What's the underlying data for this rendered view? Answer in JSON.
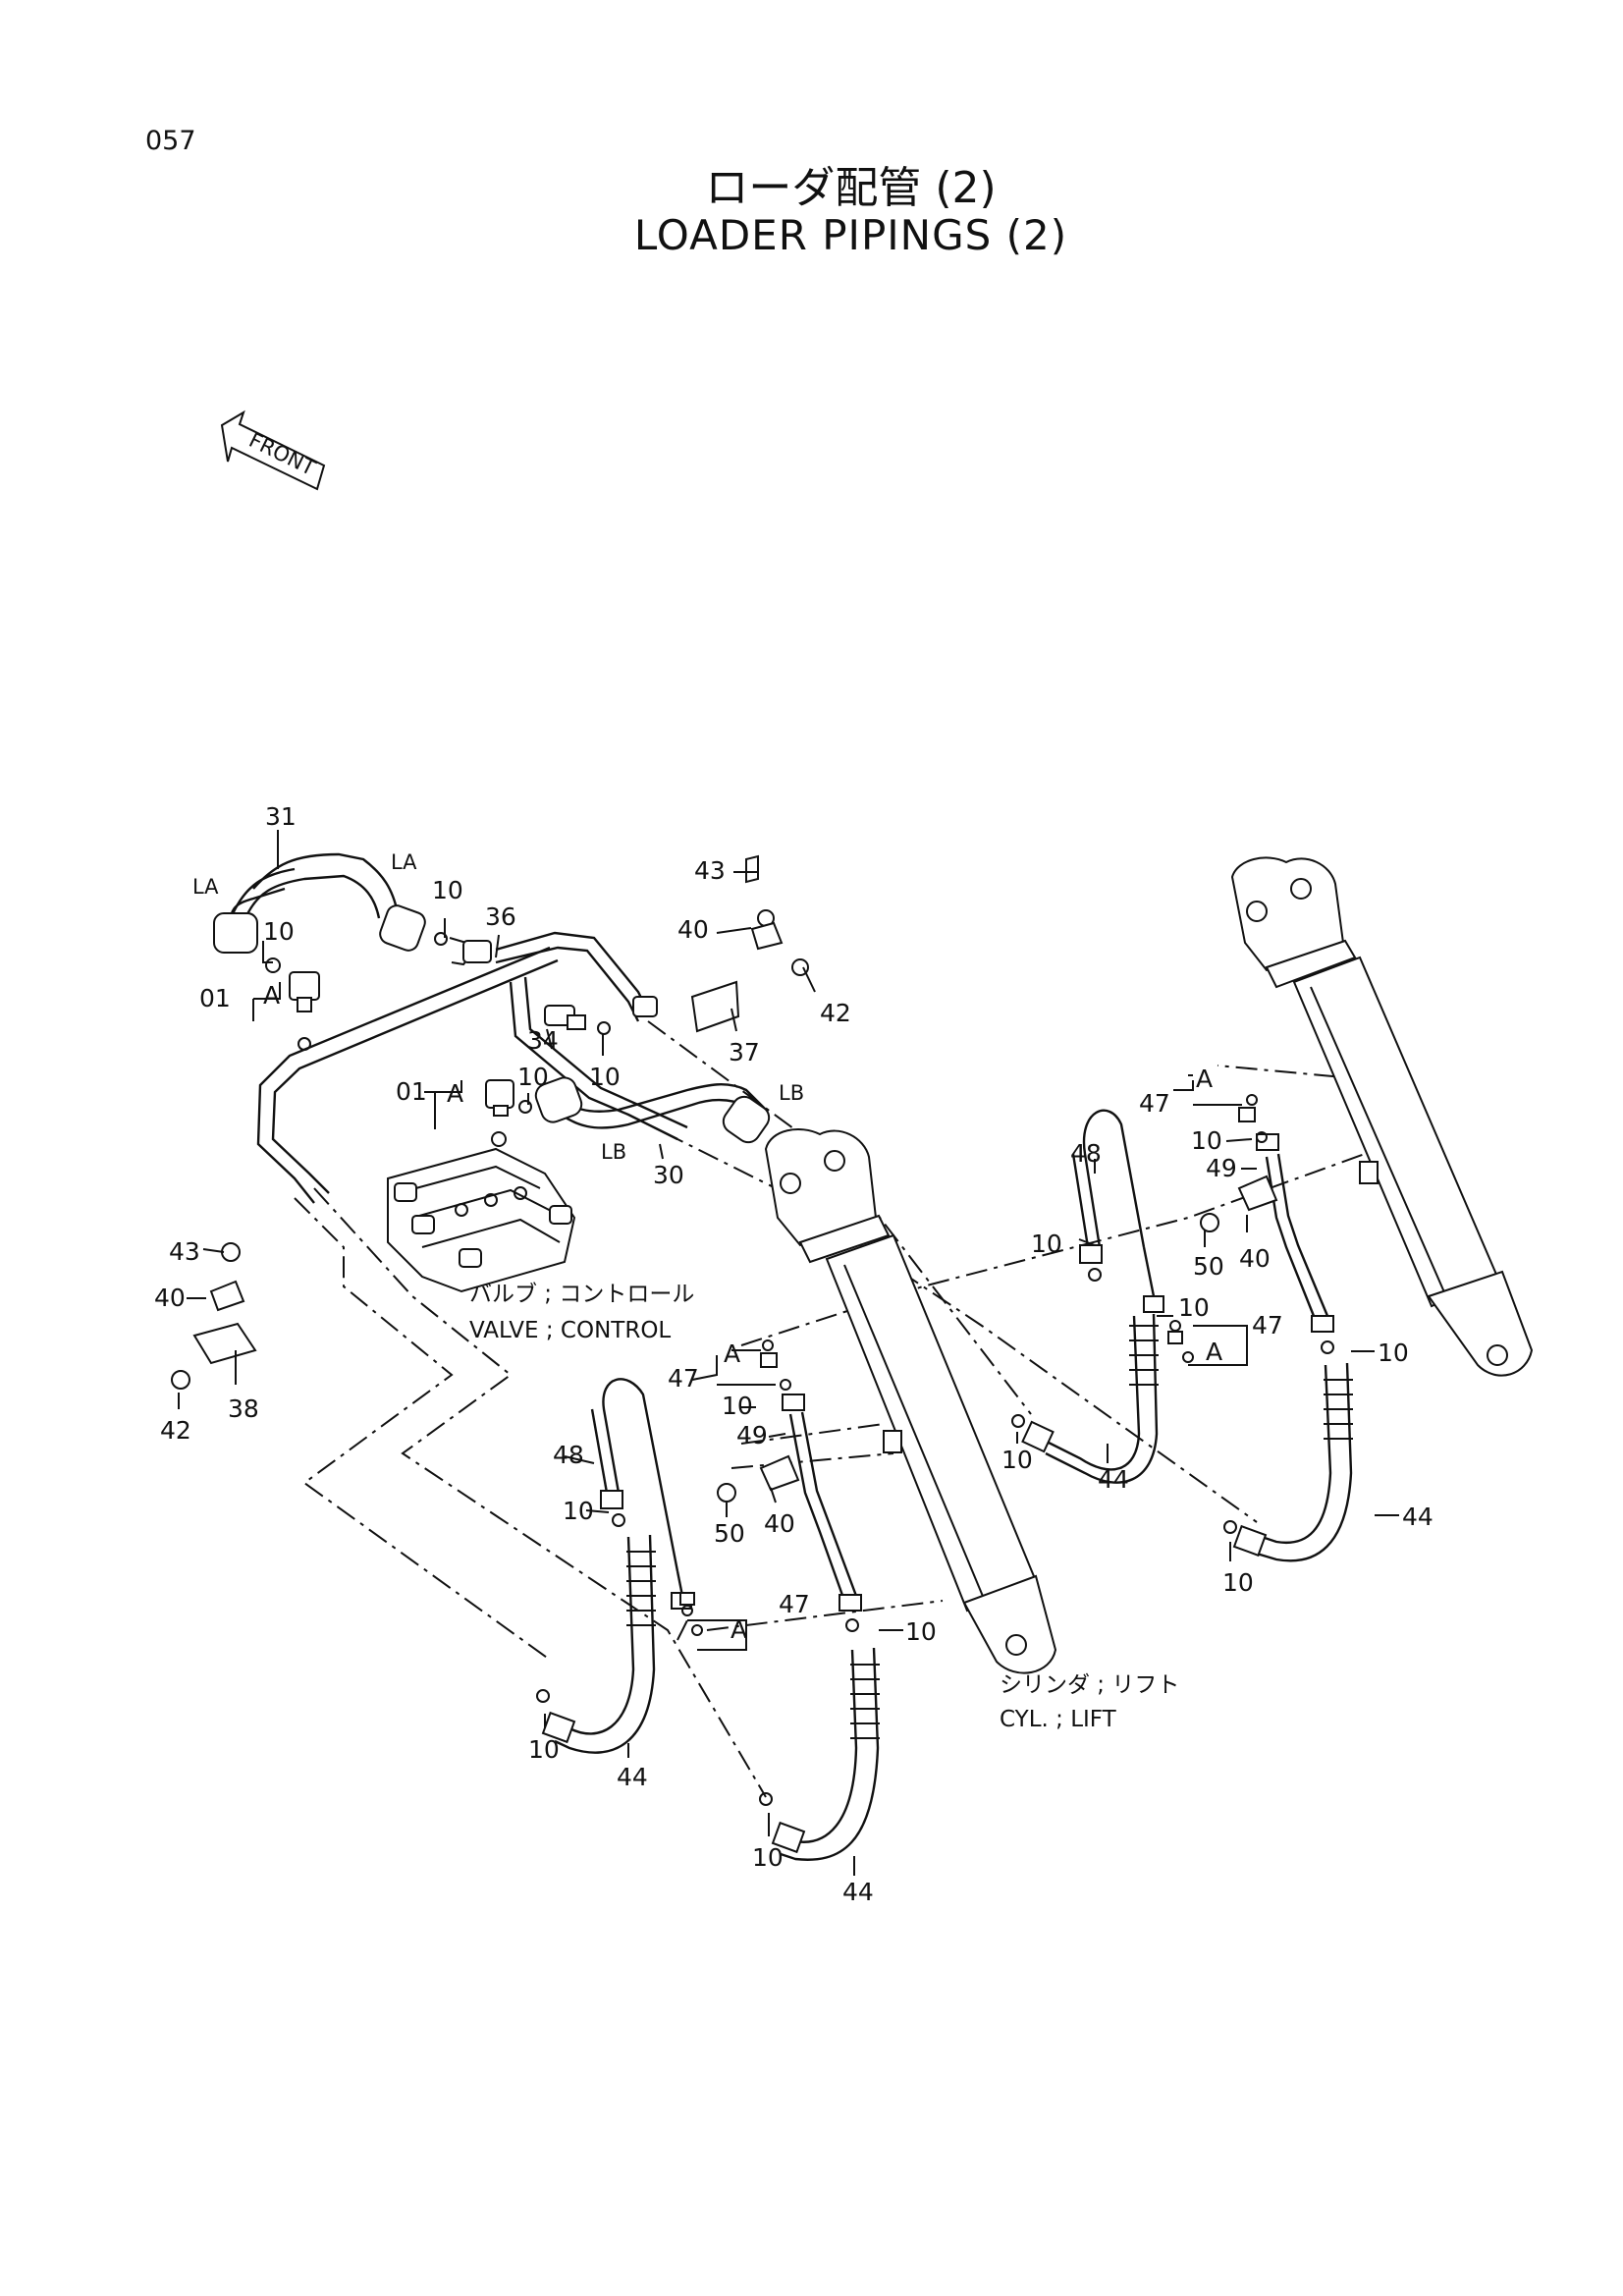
{
  "page_number": "057",
  "title_jp": "ローダ配管 (2)",
  "title_en": "LOADER PIPINGS (2)",
  "front_label": "FRONT",
  "captions": {
    "valve_jp": "バルブ ; コントロール",
    "valve_en": "VALVE ; CONTROL",
    "cyl_jp": "シリンダ ; リフト",
    "cyl_en": "CYL. ; LIFT"
  },
  "port_labels": {
    "la": "LA",
    "lb": "LB",
    "a": "A"
  },
  "callouts": [
    "31",
    "10",
    "10",
    "36",
    "01",
    "43",
    "40",
    "42",
    "37",
    "34",
    "10",
    "01",
    "10",
    "30",
    "43",
    "40",
    "38",
    "42",
    "47",
    "10",
    "49",
    "48",
    "10",
    "50",
    "40",
    "10",
    "47",
    "10",
    "44",
    "44",
    "10",
    "47",
    "10",
    "49",
    "48",
    "10",
    "50",
    "40",
    "47",
    "10",
    "10",
    "44",
    "10",
    "44",
    "10"
  ]
}
